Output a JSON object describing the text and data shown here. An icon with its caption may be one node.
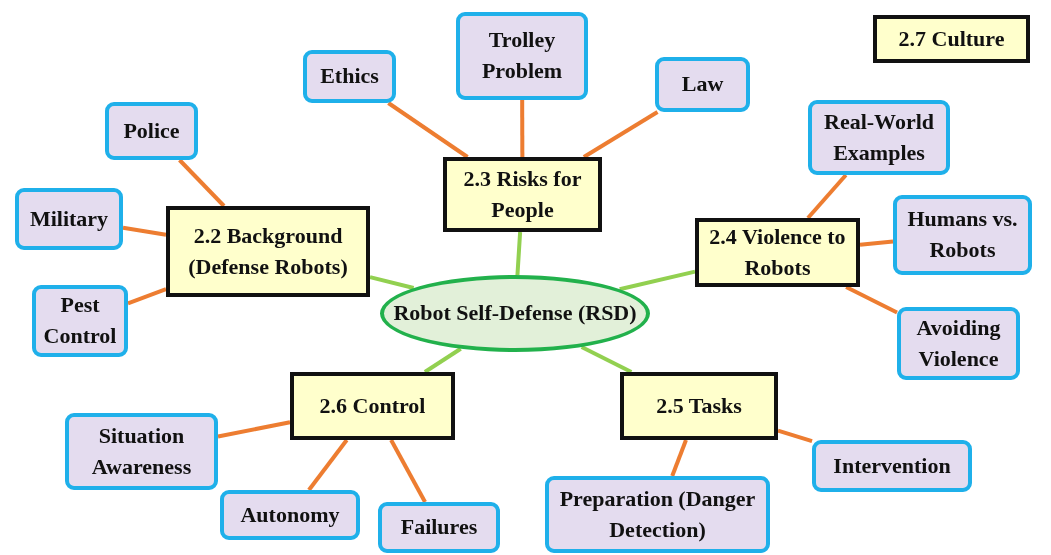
{
  "diagram": {
    "nodes": [
      {
        "text": [
          "Trolley Problem"
        ]
      },
      {
        "text": [
          "Ethics"
        ]
      },
      {
        "text": [
          "Law"
        ]
      },
      {
        "text": [
          "2.7 Culture"
        ]
      },
      {
        "text": [
          "Police"
        ]
      },
      {
        "text": [
          "2.3 Risks for People"
        ]
      },
      {
        "text": [
          "Real-World Examples"
        ]
      },
      {
        "text": [
          "Military"
        ]
      },
      {
        "text": [
          "2.2 Background (Defense Robots)"
        ]
      },
      {
        "text": [
          "Humans vs. Robots"
        ]
      },
      {
        "text": [
          "2.4 Violence to Robots"
        ]
      },
      {
        "text": [
          "Pest Control"
        ]
      },
      {
        "text": [
          "Robot Self-Defense (RSD)"
        ]
      },
      {
        "text": [
          "Avoiding Violence"
        ]
      },
      {
        "text": [
          "2.6 Control"
        ]
      },
      {
        "text": [
          "2.5 Tasks"
        ]
      },
      {
        "text": [
          "Situation Awareness"
        ]
      },
      {
        "text": [
          "Intervention"
        ]
      },
      {
        "text": [
          "Preparation (Danger Detection)"
        ]
      },
      {
        "text": [
          "Autonomy"
        ]
      },
      {
        "text": [
          "Failures"
        ]
      }
    ],
    "edges": [
      {
        "from": 12,
        "to": 5,
        "arrow": "none",
        "color": "#92d050"
      },
      {
        "from": 12,
        "to": 8,
        "arrow": "none",
        "color": "#92d050"
      },
      {
        "from": 12,
        "to": 10,
        "arrow": "none",
        "color": "#92d050"
      },
      {
        "from": 12,
        "to": 14,
        "arrow": "none",
        "color": "#92d050"
      },
      {
        "from": 12,
        "to": 15,
        "arrow": "none",
        "color": "#92d050"
      },
      {
        "from": 5,
        "to": 1,
        "arrow": "none"
      },
      {
        "from": 5,
        "to": 0,
        "arrow": "none"
      },
      {
        "from": 5,
        "to": 2,
        "arrow": "none"
      },
      {
        "from": 8,
        "to": 4,
        "arrow": "none"
      },
      {
        "from": 8,
        "to": 7,
        "arrow": "none"
      },
      {
        "from": 8,
        "to": 11,
        "arrow": "none"
      },
      {
        "from": 10,
        "to": 6,
        "arrow": "none"
      },
      {
        "from": 10,
        "to": 9,
        "arrow": "none"
      },
      {
        "from": 10,
        "to": 13,
        "arrow": "none"
      },
      {
        "from": 14,
        "to": 16,
        "arrow": "none"
      },
      {
        "from": 14,
        "to": 19,
        "arrow": "none"
      },
      {
        "from": 14,
        "to": 20,
        "arrow": "none"
      },
      {
        "from": 15,
        "to": 17,
        "arrow": "none"
      },
      {
        "from": 15,
        "to": 18,
        "arrow": "none"
      }
    ]
  }
}
